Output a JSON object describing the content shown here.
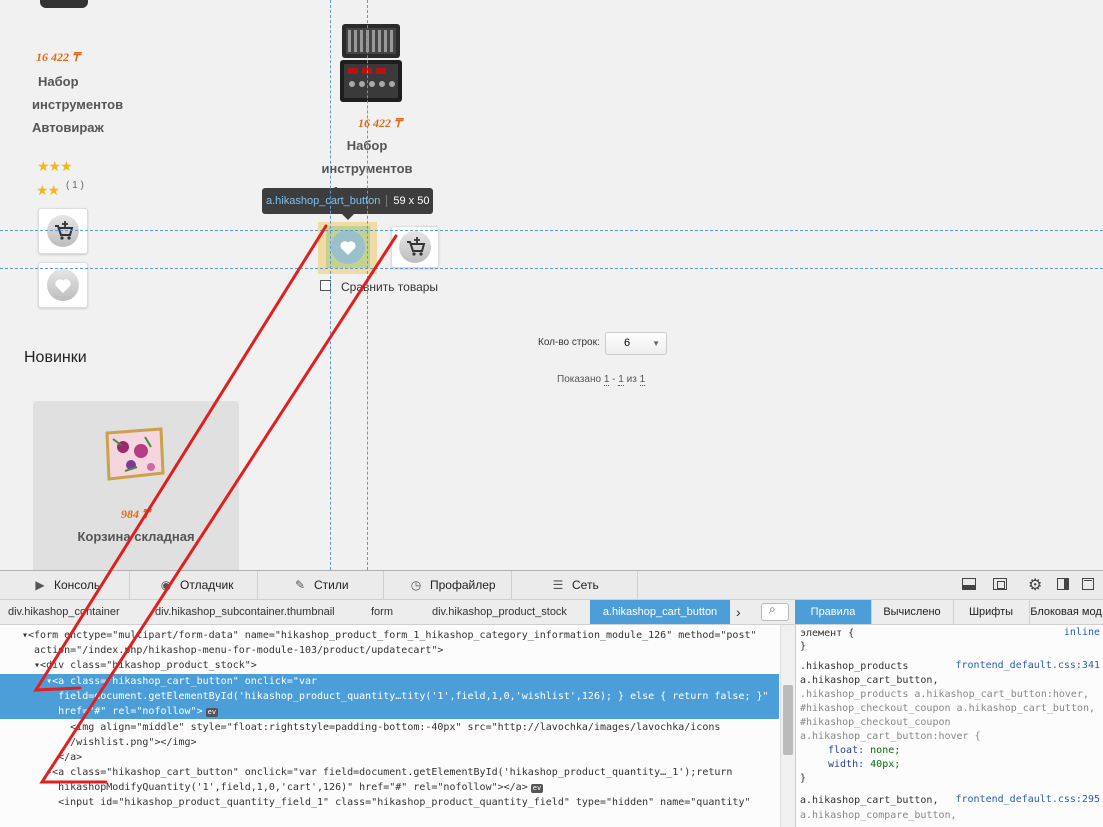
{
  "products_left": {
    "price": "16 422 ₸",
    "name_lines": [
      "Набор",
      "инструментов",
      "Автовираж"
    ],
    "stars_row1": "★★★",
    "stars_row2": "★★",
    "rating_count": "( 1 )"
  },
  "product_center": {
    "price": "16 422 ₸",
    "name_lines": [
      "Набор инструментов",
      "Автовираж"
    ]
  },
  "tooltip": {
    "selector": "a.hikashop_cart_button",
    "size": "59 x 50"
  },
  "compare_label": "Сравнить товары",
  "rows_per_page": {
    "label": "Кол-во строк:",
    "value": "6"
  },
  "pagination": {
    "prefix": "Показано",
    "from": "1",
    "dash": "-",
    "to": "1",
    "of": "из",
    "total": "1"
  },
  "new_section": {
    "title": "Новинки",
    "price": "984 ₸",
    "name": "Корзина складная"
  },
  "devtools": {
    "tabs": [
      {
        "icon": "▶",
        "label": "Консоль"
      },
      {
        "icon": "◉",
        "label": "Отладчик"
      },
      {
        "icon": "✎",
        "label": "Стили"
      },
      {
        "icon": "◷",
        "label": "Профайлер"
      },
      {
        "icon": "☰",
        "label": "Сеть"
      }
    ],
    "breadcrumbs": [
      "div.hikashop_container",
      "div.hikashop_subcontainer.thumbnail",
      "form",
      "div.hikashop_product_stock",
      "a.hikashop_cart_button"
    ],
    "side_tabs": [
      "Правила",
      "Вычислено",
      "Шрифты",
      "Блоковая мод"
    ],
    "markup_lines": [
      "▾<form enctype=\"multipart/form-data\" name=\"hikashop_product_form_1_hikashop_category_information_module_126\" method=\"post\"",
      "  action=\"/index.php/hikashop-menu-for-module-103/product/updatecart\">",
      "  ▾<div class=\"hikashop_product_stock\">",
      "    ▾<a class=\"hikashop_cart_button\" onclick=\"var",
      "      field=document.getElementById('hikashop_product_quantity…tity('1',field,1,0,'wishlist',126); } else { return false; }\"",
      "      href=\"#\" rel=\"nofollow\">",
      "        <img align=\"middle\" style=\"float:rightstyle=padding-bottom:-40px\" src=\"http://lavochka/images/lavochka/icons",
      "        /wishlist.png\"></img>",
      "      </a>",
      "    ▸<a class=\"hikashop_cart_button\" onclick=\"var field=document.getElementById('hikashop_product_quantity…_1');return",
      "      hikashopModifyQuantity('1',field,1,0,'cart',126)\" href=\"#\" rel=\"nofollow\"></a>",
      "      <input id=\"hikashop_product_quantity_field_1\" class=\"hikashop_product_quantity_field\" type=\"hidden\" name=\"quantity\""
    ],
    "rules": {
      "element": "элемент {",
      "element_close": "}",
      "inline": "inline",
      "rule1_selectors": [
        ".hikashop_products",
        "a.hikashop_cart_button,",
        ".hikashop_products a.hikashop_cart_button:hover,",
        "#hikashop_checkout_coupon a.hikashop_cart_button,",
        "#hikashop_checkout_coupon",
        "a.hikashop_cart_button:hover {"
      ],
      "rule1_file": "frontend_default.css:341",
      "prop1": "float:",
      "val1": "none;",
      "prop2": "width:",
      "val2": "40px;",
      "rule1_close": "}",
      "rule2_selector": "a.hikashop_cart_button,",
      "rule2_file": "frontend_default.css:295",
      "rule2_next": "a.hikashop_compare_button,"
    }
  },
  "colors": {
    "accent": "#4c9ed9",
    "price": "#e06a1c",
    "annotation": "#e0201f"
  }
}
